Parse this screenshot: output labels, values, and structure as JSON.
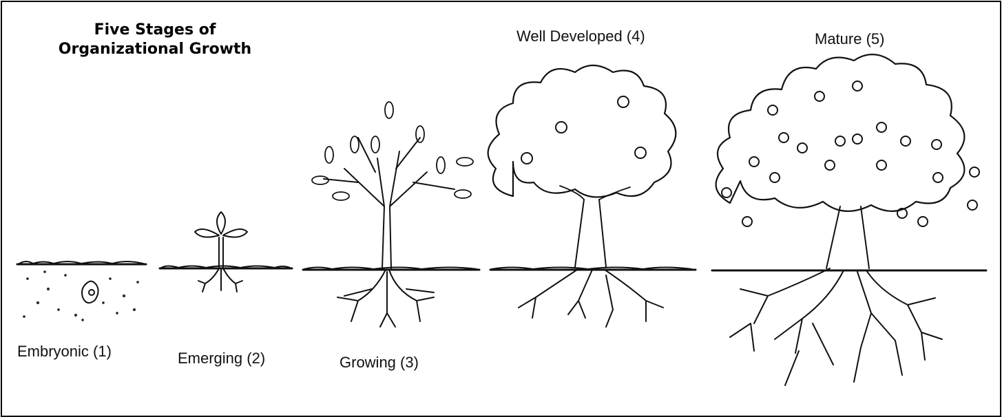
{
  "title": {
    "line1": "Five Stages of",
    "line2": "Organizational Growth"
  },
  "stages": [
    {
      "label": "Embryonic (1)",
      "illustration": "seed-in-soil"
    },
    {
      "label": "Emerging (2)",
      "illustration": "sprout"
    },
    {
      "label": "Growing (3)",
      "illustration": "young-tree"
    },
    {
      "label": "Well Developed (4)",
      "illustration": "tree-with-fruit"
    },
    {
      "label": "Mature (5)",
      "illustration": "large-tree-with-fruit"
    }
  ],
  "colors": {
    "ink": "#111111",
    "background": "#ffffff"
  }
}
